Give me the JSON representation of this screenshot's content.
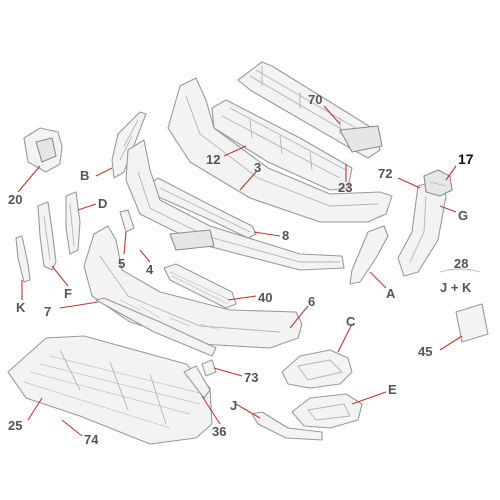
{
  "labels": {
    "l70": "70",
    "l17": "17",
    "l72": "72",
    "l12": "12",
    "l3": "3",
    "l23": "23",
    "lB": "B",
    "l20": "20",
    "lD": "D",
    "lG": "G",
    "l8": "8",
    "l5": "5",
    "l4": "4",
    "l28": "28",
    "l28sub": "J + K",
    "lK": "K",
    "lF": "F",
    "lA": "A",
    "l40": "40",
    "l7": "7",
    "l6": "6",
    "lC": "C",
    "l45": "45",
    "l73": "73",
    "lE": "E",
    "l25": "25",
    "lJ": "J",
    "l74": "74",
    "l36": "36"
  },
  "colors": {
    "leader": "#c0392b",
    "label": "#555555",
    "highlight": "#111111",
    "part_stroke": "#9a9a9a"
  }
}
